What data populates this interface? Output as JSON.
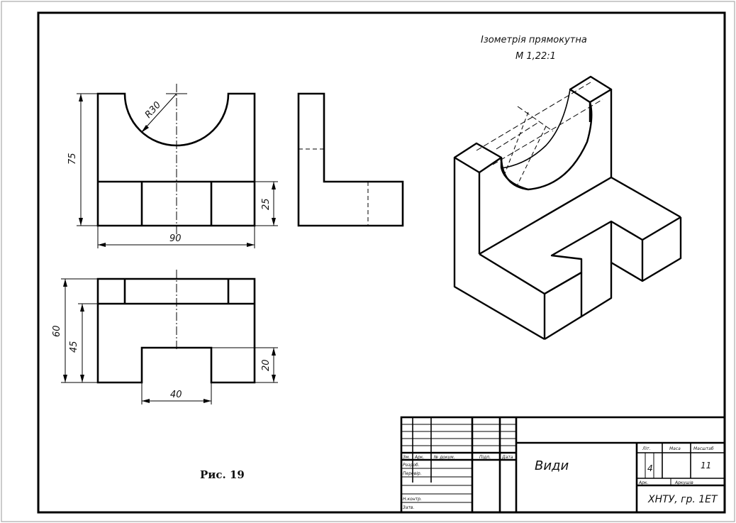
{
  "isometric": {
    "title": "Ізометрія прямокутна",
    "scale": "М 1,22:1"
  },
  "dimensions": {
    "radius": "R30",
    "height_front": "75",
    "width_front": "90",
    "step_side": "25",
    "depth_total": "60",
    "depth_inner": "45",
    "slot_depth": "20",
    "slot_width": "40"
  },
  "caption": "Рис. 19",
  "title_block": {
    "drawing_name": "Види",
    "sheet_number": "4",
    "sheets_total": "11",
    "organization": "ХНТУ, гр. 1ЕТ",
    "col_lit": "Літ.",
    "col_mass": "Маса",
    "col_scale": "Масштаб",
    "col_sheet": "Арк.",
    "col_sheets": "Аркушів",
    "row_labels": [
      "Зм.",
      "Арк.",
      "№ докум.",
      "Підп.",
      "Дата"
    ],
    "side_labels": [
      "Розроб.",
      "Перевір.",
      "Н.контр.",
      "Затв."
    ]
  },
  "colors": {
    "ink": "#000000",
    "frame": "#1a1a1a",
    "background": "#ffffff"
  }
}
